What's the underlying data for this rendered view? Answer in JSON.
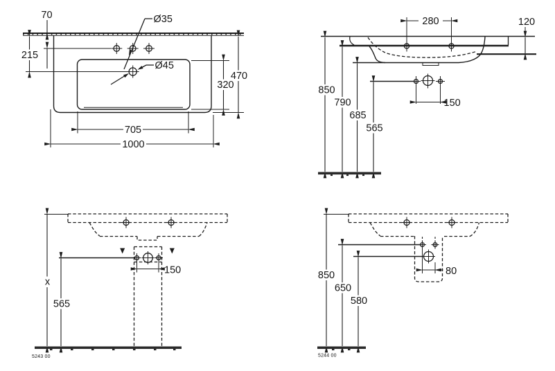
{
  "drawing": {
    "kind": "washbasin installation technical drawing",
    "line_color": "#1c1c1c",
    "background": "#ffffff"
  },
  "plan": {
    "d70": "70",
    "d215": "215",
    "dia35": "Ø35",
    "dia45": "Ø45",
    "d320": "320",
    "d470": "470",
    "d705": "705",
    "d1000": "1000"
  },
  "side": {
    "d280": "280",
    "d120": "120",
    "d850": "850",
    "d790": "790",
    "d685": "685",
    "d565": "565",
    "d150": "150"
  },
  "pedestal": {
    "dx": "x",
    "d565": "565",
    "d150": "150",
    "code": "5243 00"
  },
  "siphon": {
    "d850": "850",
    "d650": "650",
    "d580": "580",
    "d80": "80",
    "code": "5244 00"
  }
}
